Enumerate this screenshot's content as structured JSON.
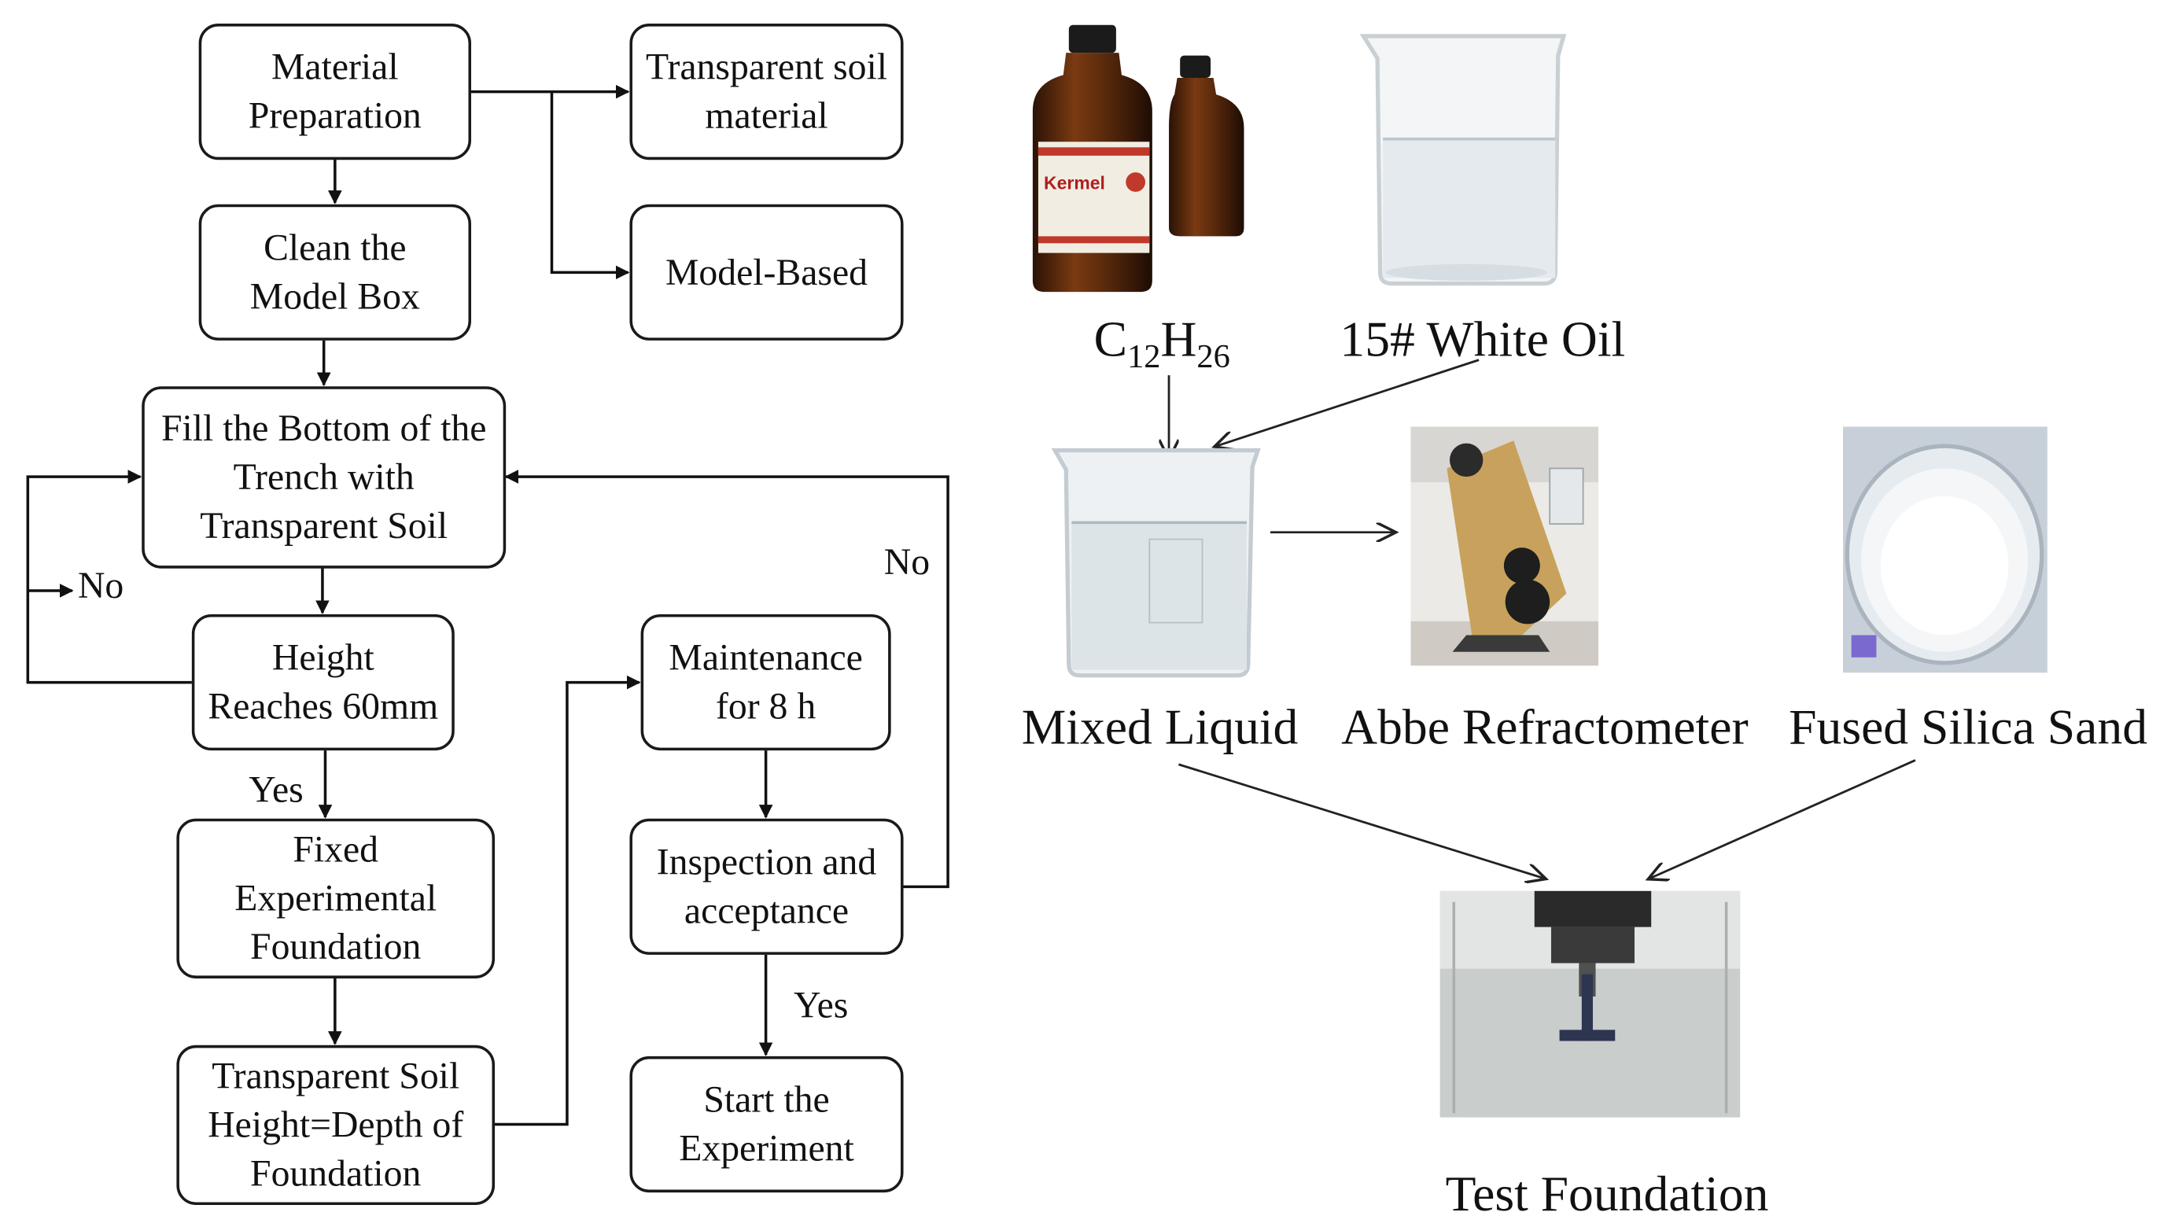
{
  "flowchart": {
    "material_preparation": [
      "Material",
      "Preparation"
    ],
    "transparent_soil_material": [
      "Transparent soil",
      "material"
    ],
    "model_based": [
      "Model-Based"
    ],
    "clean_model_box": [
      "Clean the",
      "Model Box"
    ],
    "fill_bottom": [
      "Fill the Bottom of the",
      "Trench with",
      "Transparent Soil"
    ],
    "height_reaches": [
      "Height",
      "Reaches 60mm"
    ],
    "fixed_foundation": [
      "Fixed",
      "Experimental",
      "Foundation"
    ],
    "soil_height_depth": [
      "Transparent Soil",
      "Height=Depth of",
      "Foundation"
    ],
    "maintenance": [
      "Maintenance",
      "for 8 h"
    ],
    "inspection": [
      "Inspection and",
      "acceptance"
    ],
    "start_experiment": [
      "Start the",
      "Experiment"
    ],
    "labels": {
      "no": "No",
      "yes": "Yes"
    }
  },
  "materials": {
    "dodecane": {
      "base": "C",
      "sub1": "12",
      "mid": "H",
      "sub2": "26"
    },
    "white_oil": "15# White Oil",
    "mixed_liquid": "Mixed Liquid",
    "abbe_refractometer": "Abbe Refractometer",
    "fused_silica_sand": "Fused Silica Sand",
    "test_foundation": "Test Foundation",
    "bottle_label": "Kermel"
  }
}
